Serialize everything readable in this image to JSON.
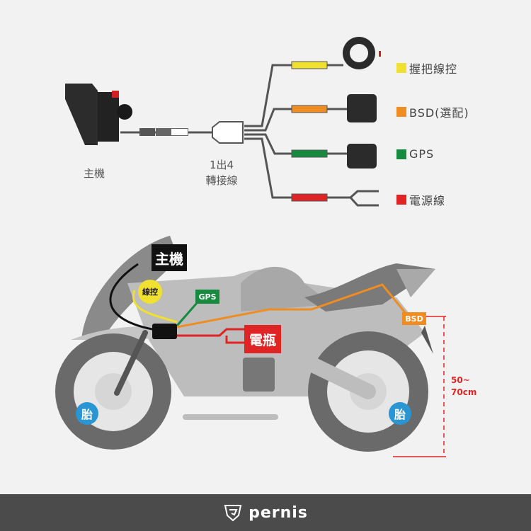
{
  "top": {
    "main_unit_label": "主機",
    "splitter_label_1": "1出4",
    "splitter_label_2": "轉接線"
  },
  "legend": [
    {
      "label": "握把線控",
      "color": "#f0e130"
    },
    {
      "label": "BSD(選配)",
      "color": "#ef8c22"
    },
    {
      "label": "GPS",
      "color": "#168a3e"
    },
    {
      "label": "電源線",
      "color": "#de2424"
    }
  ],
  "bike": {
    "main_tag": "主機",
    "wire_ctrl_tag": "線控",
    "gps_tag": "GPS",
    "battery_tag": "電瓶",
    "bsd_tag": "BSD",
    "tire_front": "胎",
    "tire_rear": "胎",
    "height_1": "50~",
    "height_2": "70cm"
  },
  "footer": {
    "brand": "pernis"
  }
}
